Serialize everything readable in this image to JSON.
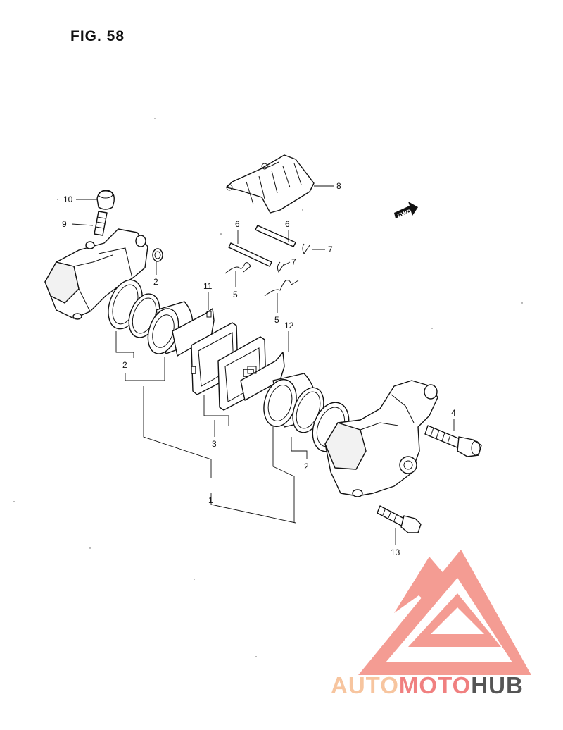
{
  "figure": {
    "title": "FIG. 58"
  },
  "callouts": {
    "n1": "1",
    "n2a": "2",
    "n2b": "2",
    "n2c": "2",
    "n3": "3",
    "n4": "4",
    "n5a": "5",
    "n5b": "5",
    "n6a": "6",
    "n6b": "6",
    "n7a": "7",
    "n7b": "7",
    "n8": "8",
    "n9": "9",
    "n10": "10",
    "n11": "11",
    "n12": "12",
    "n13": "13"
  },
  "fwd_badge": {
    "text": "FWD"
  },
  "watermark": {
    "brand_part1": "AUTO",
    "brand_part2": "MOTO",
    "brand_part3": "HUB",
    "colors": {
      "auto": "#f7c59f",
      "moto": "#f08080",
      "hub": "#555555",
      "logo": "#f4978e"
    }
  }
}
